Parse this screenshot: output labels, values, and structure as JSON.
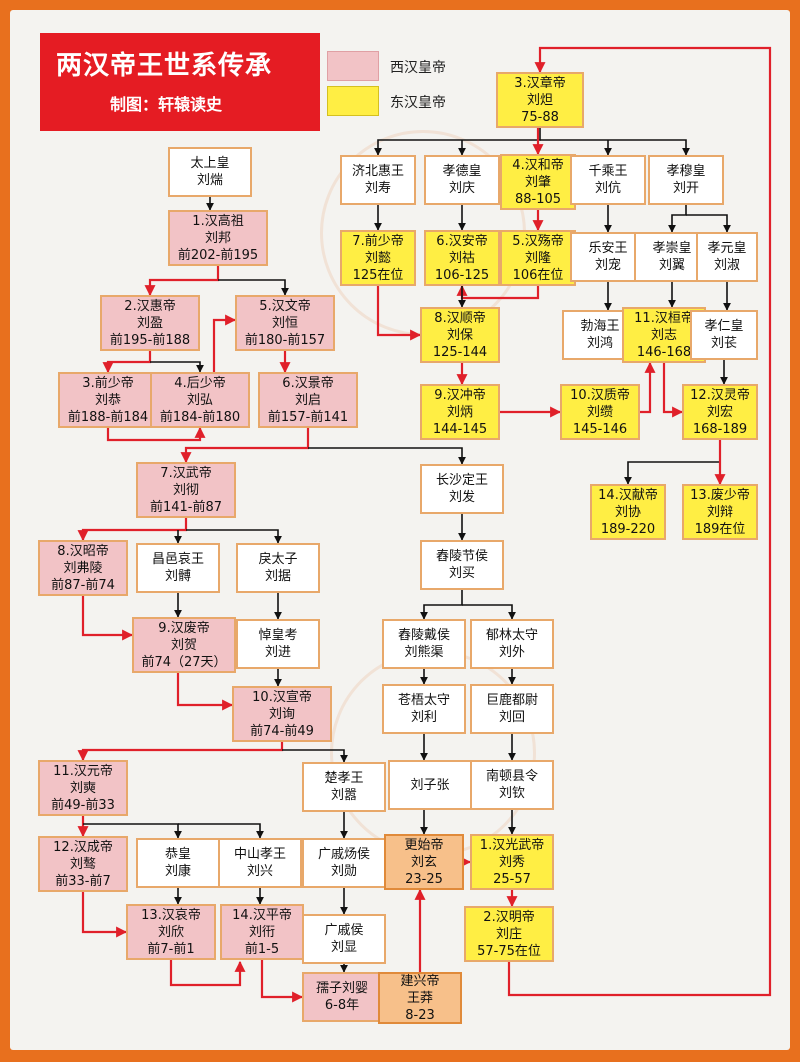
{
  "title": "两汉帝王世系传承",
  "subtitle": "制图：轩辕读史",
  "legend": [
    {
      "label": "西汉皇帝",
      "color": "#f2c3c6"
    },
    {
      "label": "东汉皇帝",
      "color": "#ffee44"
    }
  ],
  "colors": {
    "west": "#f2c3c6",
    "east": "#ffee44",
    "usurper": "#f7c08a",
    "plain": "#ffffff",
    "main_link": "#e0202a",
    "branch_link": "#111111",
    "frame": "#e8701e"
  },
  "nodes": {
    "taishanghuang": [
      "太上皇",
      "刘煓"
    ],
    "gaozu": [
      "1.汉高祖",
      "刘邦",
      "前202-前195"
    ],
    "huidi": [
      "2.汉惠帝",
      "刘盈",
      "前195-前188"
    ],
    "wendi": [
      "5.汉文帝",
      "刘恒",
      "前180-前157"
    ],
    "qianshaodi": [
      "3.前少帝",
      "刘恭",
      "前188-前184"
    ],
    "houshaodi": [
      "4.后少帝",
      "刘弘",
      "前184-前180"
    ],
    "jingdi": [
      "6.汉景帝",
      "刘启",
      "前157-前141"
    ],
    "wudi": [
      "7.汉武帝",
      "刘彻",
      "前141-前87"
    ],
    "changsha": [
      "长沙定王",
      "刘发"
    ],
    "zhaodi": [
      "8.汉昭帝",
      "刘弗陵",
      "前87-前74"
    ],
    "changyi": [
      "昌邑哀王",
      "刘髆"
    ],
    "litaizi": [
      "戾太子",
      "刘据"
    ],
    "feidi": [
      "9.汉废帝",
      "刘贺",
      "前74（27天）"
    ],
    "daohuangkao": [
      "悼皇考",
      "刘进"
    ],
    "xuandi": [
      "10.汉宣帝",
      "刘询",
      "前74-前49"
    ],
    "chunling": [
      "舂陵节侯",
      "刘买"
    ],
    "chunlingdai": [
      "舂陵戴侯",
      "刘熊渠"
    ],
    "yulin": [
      "郁林太守",
      "刘外"
    ],
    "cangwu": [
      "苍梧太守",
      "刘利"
    ],
    "julu": [
      "巨鹿都尉",
      "刘回"
    ],
    "yuandi": [
      "11.汉元帝",
      "刘奭",
      "前49-前33"
    ],
    "chuxiao": [
      "楚孝王",
      "刘嚣"
    ],
    "liuzizhang": [
      "刘子张"
    ],
    "nandun": [
      "南顿县令",
      "刘钦"
    ],
    "chengdi": [
      "12.汉成帝",
      "刘骜",
      "前33-前7"
    ],
    "gonghuang": [
      "恭皇",
      "刘康"
    ],
    "zhongshan": [
      "中山孝王",
      "刘兴"
    ],
    "guangqi": [
      "广戚炀侯",
      "刘勋"
    ],
    "gengshi": [
      "更始帝",
      "刘玄",
      "23-25"
    ],
    "guangwu": [
      "1.汉光武帝",
      "刘秀",
      "25-57"
    ],
    "aidi": [
      "13.汉哀帝",
      "刘欣",
      "前7-前1"
    ],
    "pingdi": [
      "14.汉平帝",
      "刘衎",
      "前1-5"
    ],
    "guangqihou": [
      "广戚侯",
      "刘显"
    ],
    "mingdi": [
      "2.汉明帝",
      "刘庄",
      "57-75在位"
    ],
    "ruzi": [
      "孺子刘婴",
      "6-8年"
    ],
    "wangmang": [
      "建兴帝",
      "王莽",
      "8-23"
    ],
    "zhangdi": [
      "3.汉章帝",
      "刘炟",
      "75-88"
    ],
    "jibei": [
      "济北惠王",
      "刘寿"
    ],
    "xiaode": [
      "孝德皇",
      "刘庆"
    ],
    "hedi": [
      "4.汉和帝",
      "刘肇",
      "88-105"
    ],
    "qiancheng": [
      "千乘王",
      "刘伉"
    ],
    "xiaomu": [
      "孝穆皇",
      "刘开"
    ],
    "qianshaodi_e": [
      "7.前少帝",
      "刘懿",
      "125在位"
    ],
    "andi": [
      "6.汉安帝",
      "刘祜",
      "106-125"
    ],
    "shangdi": [
      "5.汉殇帝",
      "刘隆",
      "106在位"
    ],
    "lean": [
      "乐安王",
      "刘宠"
    ],
    "xiaochong": [
      "孝崇皇",
      "刘翼"
    ],
    "xiaoyuan": [
      "孝元皇",
      "刘淑"
    ],
    "shundi": [
      "8.汉顺帝",
      "刘保",
      "125-144"
    ],
    "bohai": [
      "勃海王",
      "刘鸿"
    ],
    "huandi": [
      "11.汉桓帝",
      "刘志",
      "146-168"
    ],
    "xiaoren": [
      "孝仁皇",
      "刘苌"
    ],
    "chongdi": [
      "9.汉冲帝",
      "刘炳",
      "144-145"
    ],
    "zhidi": [
      "10.汉质帝",
      "刘缵",
      "145-146"
    ],
    "lingdi": [
      "12.汉灵帝",
      "刘宏",
      "168-189"
    ],
    "xiandi": [
      "14.汉献帝",
      "刘协",
      "189-220"
    ],
    "feishaodi": [
      "13.废少帝",
      "刘辩",
      "189在位"
    ]
  }
}
